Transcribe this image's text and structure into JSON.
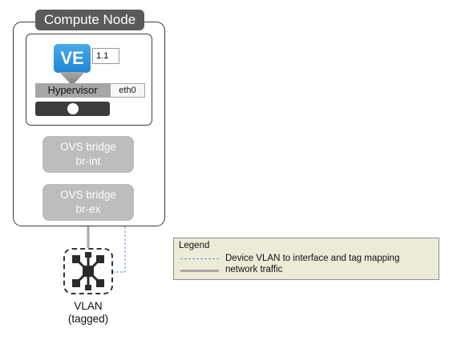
{
  "compute_node": {
    "title": "Compute Node"
  },
  "instance": {
    "label": "VE",
    "interface": "1.1"
  },
  "hypervisor": {
    "label": "Hypervisor",
    "interface": "eth0"
  },
  "bridges": [
    {
      "line1": "OVS bridge",
      "line2": "br-int"
    },
    {
      "line1": "OVS bridge",
      "line2": "br-ex"
    }
  ],
  "vlan": {
    "line1": "VLAN",
    "line2": "(tagged)"
  },
  "legend": {
    "title": "Legend",
    "vlan_mapping": "Device VLAN to interface and tag mapping",
    "traffic": "network traffic"
  },
  "colors": {
    "ve_blue": "#1f86d6",
    "bridge_gray": "#bdbdbd",
    "traffic_line": "#a8a8a8",
    "vlan_dashed_line": "#6a8fca",
    "legend_bg": "#ecebd7"
  }
}
